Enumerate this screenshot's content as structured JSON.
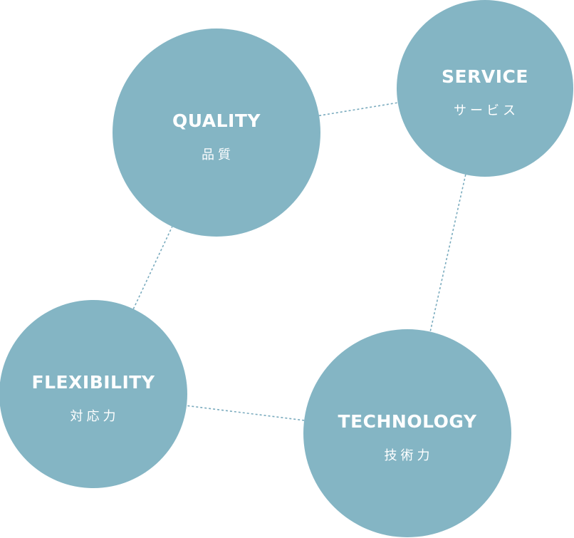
{
  "nodes": [
    {
      "key": "quality",
      "title": "QUALITY",
      "subtitle": "品質"
    },
    {
      "key": "service",
      "title": "SERVICE",
      "subtitle": "サービス"
    },
    {
      "key": "flexibility",
      "title": "FLEXIBILITY",
      "subtitle": "対応力"
    },
    {
      "key": "technology",
      "title": "TECHNOLOGY",
      "subtitle": "技術力"
    }
  ],
  "edges": [
    [
      "quality",
      "service"
    ],
    [
      "service",
      "technology"
    ],
    [
      "technology",
      "flexibility"
    ],
    [
      "flexibility",
      "quality"
    ]
  ],
  "colors": {
    "circle": "#84b5c4",
    "connector": "#7aabbe",
    "text": "#ffffff"
  }
}
